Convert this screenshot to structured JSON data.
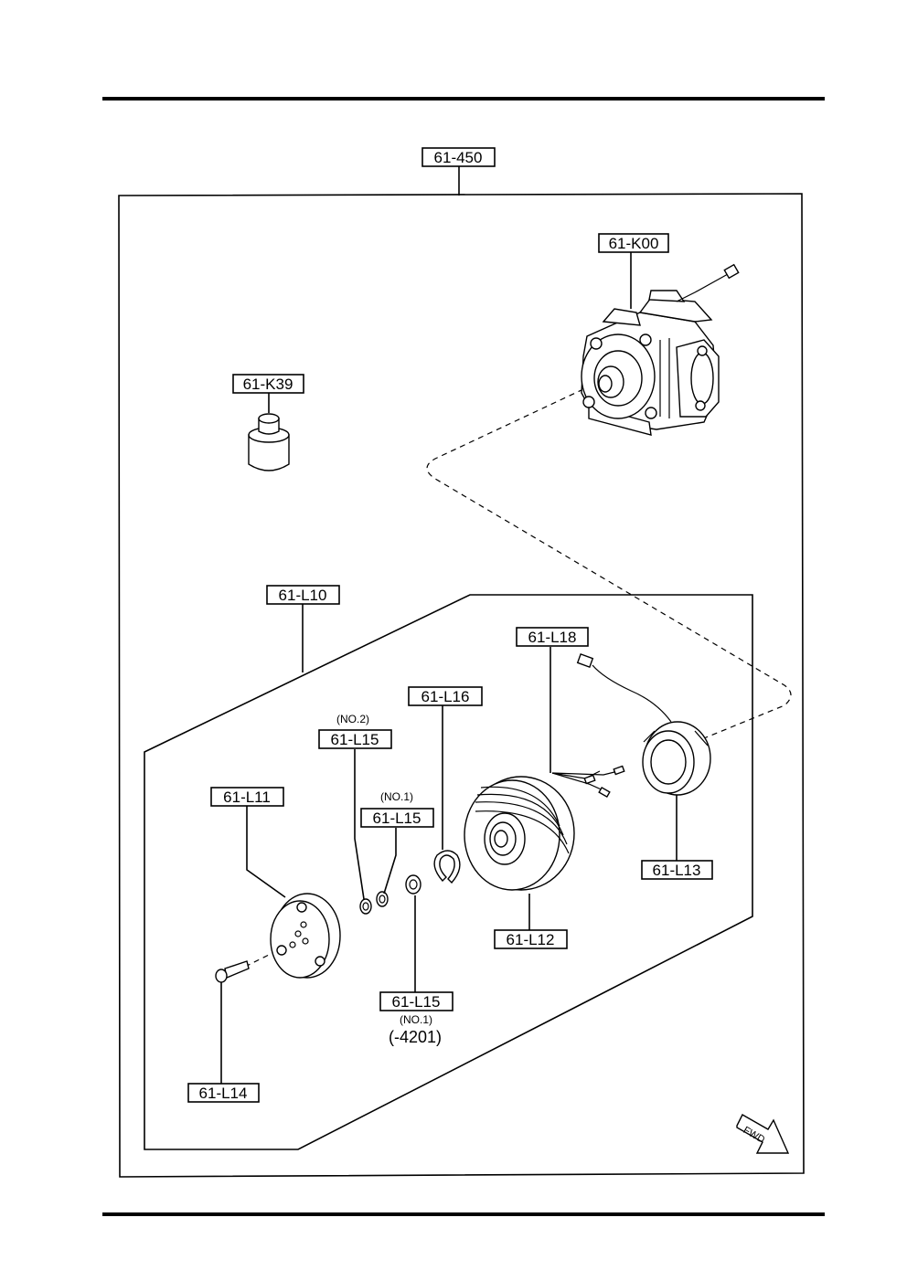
{
  "labels": {
    "kit": "61-450",
    "compressor": "61-K00",
    "relief_valve": "61-K39",
    "clutch_assy": "61-L10",
    "magnet_clutch_lead": "61-L18",
    "snap_ring": "61-L16",
    "shim_no2": "61-L15",
    "shim_no2_note": "(NO.2)",
    "shim_no1": "61-L15",
    "shim_no1_note": "(NO.1)",
    "hub": "61-L11",
    "stator": "61-L13",
    "pulley": "61-L12",
    "shim_no1b": "61-L15",
    "shim_no1b_note": "(NO.1)",
    "shim_no1b_range": "(-4201)",
    "bolt": "61-L14",
    "fwd": "FWD"
  }
}
